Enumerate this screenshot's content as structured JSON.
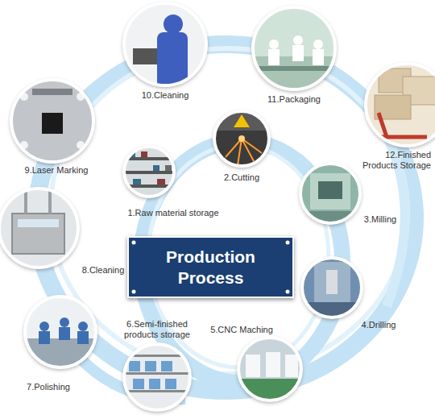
{
  "diagram": {
    "nodes": [
      {
        "text": [
          "1.Raw material storage"
        ]
      },
      {
        "text": [
          "2.Cutting"
        ]
      },
      {
        "text": [
          "3.Milling"
        ]
      },
      {
        "text": [
          "4.Drilling"
        ]
      },
      {
        "text": [
          "5.CNC Maching"
        ]
      },
      {
        "text": [
          "6.Semi-finished products storage"
        ]
      },
      {
        "text": [
          "7.Polishing"
        ]
      },
      {
        "text": [
          "8.Cleaning"
        ]
      },
      {
        "text": [
          "9.Laser Marking"
        ]
      },
      {
        "text": [
          "10.Cleaning"
        ]
      },
      {
        "text": [
          "11.Packaging"
        ]
      },
      {
        "text": [
          "12.Finished Products Storage"
        ]
      },
      {
        "text": [
          "Production Process"
        ]
      }
    ]
  }
}
